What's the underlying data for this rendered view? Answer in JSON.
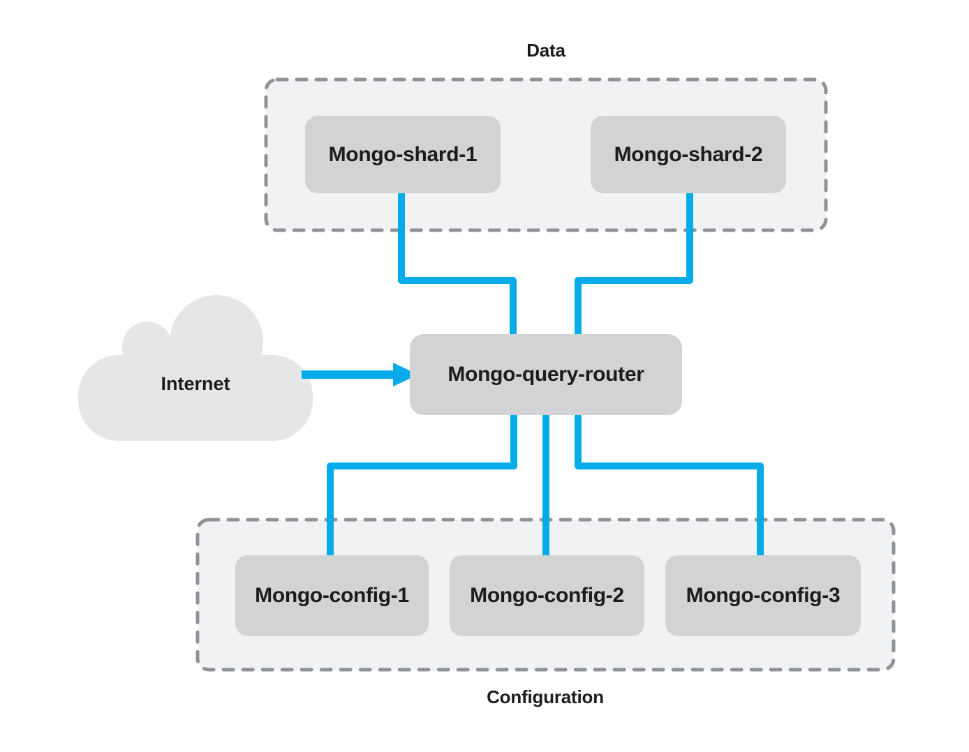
{
  "colors": {
    "connector": "#06ace9",
    "node_fill": "#d2d3d5",
    "node_text": "#1c1c1e",
    "group_fill": "#f1f2f4",
    "group_border": "#8f9296",
    "cloud_fill": "#e5e6e8",
    "background": "#ffffff"
  },
  "internet": {
    "label": "Internet"
  },
  "router": {
    "label": "Mongo-query-router"
  },
  "groups": [
    {
      "id": "data",
      "label": "Data",
      "nodes": [
        {
          "label": "Mongo-shard-1"
        },
        {
          "label": "Mongo-shard-2"
        }
      ]
    },
    {
      "id": "configuration",
      "label": "Configuration",
      "nodes": [
        {
          "label": "Mongo-config-1"
        },
        {
          "label": "Mongo-config-2"
        },
        {
          "label": "Mongo-config-3"
        }
      ]
    }
  ]
}
